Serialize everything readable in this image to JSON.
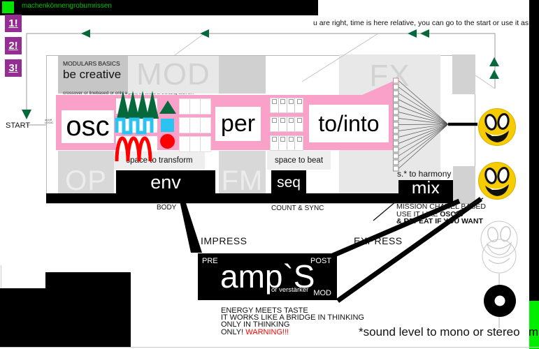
{
  "top_bar": {
    "title": "machenkönnengrobumrissen"
  },
  "steps": [
    {
      "label": "1!"
    },
    {
      "label": "2!"
    },
    {
      "label": "3!"
    }
  ],
  "top_note": "u are right, time is here relative, you can go to the start or use it as what else",
  "start": {
    "label": "START",
    "note1": "on/off",
    "note2": "LOGIC"
  },
  "basics": {
    "title": "MODULARS BASICS",
    "subtitle": "be creative",
    "note": "crossover or linebased or only a part, no limits in thinking with it!!!"
  },
  "watermarks": {
    "mod": "MOD",
    "fx": "FX",
    "op": "OP",
    "fm": "FM"
  },
  "modules": {
    "osc": "osc",
    "per": "per",
    "to_into": "to/into"
  },
  "strips": {
    "transform": "space to transform",
    "beat": "space to beat",
    "harmony": "s.* to harmony"
  },
  "bars": {
    "env": "env",
    "seq": "seq",
    "mix": "mix"
  },
  "captions": {
    "body": "BODY",
    "count_sync": "COUNT & SYNC"
  },
  "mission": {
    "line1": "MISSION CHANEL BASED",
    "line2_prefix": "USE IT LIKE ",
    "line2_bold": "OSC´S",
    "line3": "& REPEAT IF YOU WANT"
  },
  "bridge": {
    "impress": "IMPRESS",
    "express": "EXPRESS"
  },
  "amp": {
    "pre": "PRE",
    "post": "POST",
    "mod": "MOD",
    "name": "amp`S",
    "sub": "or verstärker"
  },
  "warning": {
    "line1": "ENERGY MEETS TASTE",
    "line2": "IT WORKS LIKE A BRIDGE IN THINKING",
    "line3": "ONLY IN THINKING",
    "line4_prefix": "ONLY! ",
    "line4_warn": "WARNING!!!"
  },
  "footer": {
    "note": "*sound level to mono or stereo",
    "m": "m"
  },
  "icons": {
    "green-square-icon": "■",
    "arrow-left-icon": "◀",
    "arrow-up-icon": "▲",
    "arrow-down-icon": "▼",
    "triangle-wave-icon": "▲▲▲▲",
    "square-wave-icon": "⊓⊓⊓",
    "sine-wave-icon": "∩∩∩",
    "triangle-icon": "▲",
    "square-icon": "■",
    "circle-icon": "●",
    "grid-icon": "▦",
    "keyboard-icon": "▤",
    "funnel-ladder-icon": "≡",
    "smiley-icon": "☺",
    "ghost-smiley-icon": "☺",
    "speaker-icon": "◉"
  },
  "colors": {
    "pink": "#f9a1c9",
    "dark_green": "#05693b",
    "bright_green": "#00e400",
    "cyan": "#2bc3f2",
    "red": "#ff0000",
    "yellow": "#f6cc00",
    "purple": "#952d95",
    "black": "#000000"
  }
}
